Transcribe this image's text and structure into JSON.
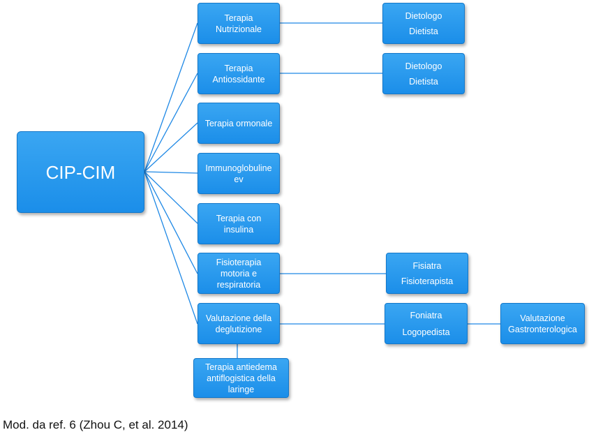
{
  "root": {
    "label": "CIP-CIM"
  },
  "therapies": [
    {
      "lines": [
        "Terapia",
        "Nutrizionale"
      ]
    },
    {
      "lines": [
        "Terapia",
        "Antiossidante"
      ]
    },
    {
      "lines": [
        "Terapia ormonale"
      ]
    },
    {
      "lines": [
        "Immunoglobuline",
        "ev"
      ]
    },
    {
      "lines": [
        "Terapia con",
        "insulina"
      ]
    },
    {
      "lines": [
        "Fisioterapia",
        "motoria e",
        "respiratoria"
      ]
    },
    {
      "lines": [
        "Valutazione della",
        "deglutizione"
      ]
    }
  ],
  "sub_therapy": {
    "lines": [
      "Terapia antiedema",
      "antiflogistica della",
      "laringe"
    ]
  },
  "specialists": [
    {
      "lines": [
        "Dietologo",
        "Dietista"
      ]
    },
    {
      "lines": [
        "Dietologo",
        "Dietista"
      ]
    },
    {
      "lines": [
        "Fisiatra",
        "Fisioterapista"
      ]
    },
    {
      "lines": [
        "Foniatra",
        "Logopedista"
      ]
    }
  ],
  "extra": {
    "lines": [
      "Valutazione",
      "Gastronterologica"
    ]
  },
  "caption": "Mod. da ref. 6 (Zhou C, et al. 2014)",
  "colors": {
    "node_fill": "#2196f3",
    "node_border": "#1377c9",
    "connector": "#1e88e5",
    "text": "#ffffff"
  }
}
